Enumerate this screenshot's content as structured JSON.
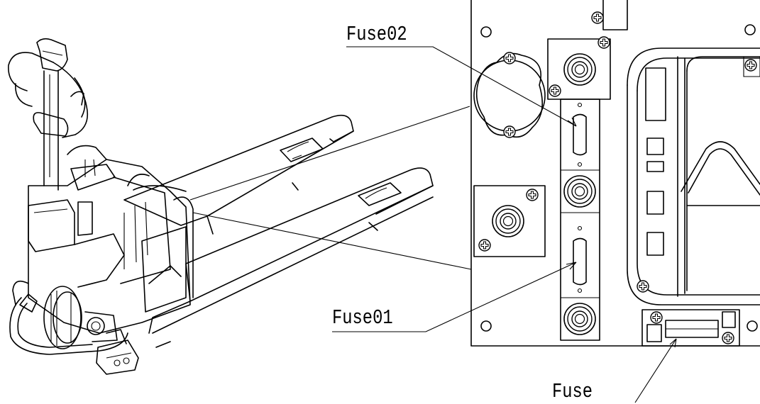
{
  "labels": {
    "fuse02": "Fuse02",
    "fuse01": "Fuse01",
    "fuse": "Fuse"
  },
  "icons": {
    "screw": "cross-screw-icon",
    "mount_hole": "mount-hole-icon",
    "terminal": "terminal-stud-icon"
  },
  "colors": {
    "ink": "#000000",
    "paper": "#ffffff"
  }
}
